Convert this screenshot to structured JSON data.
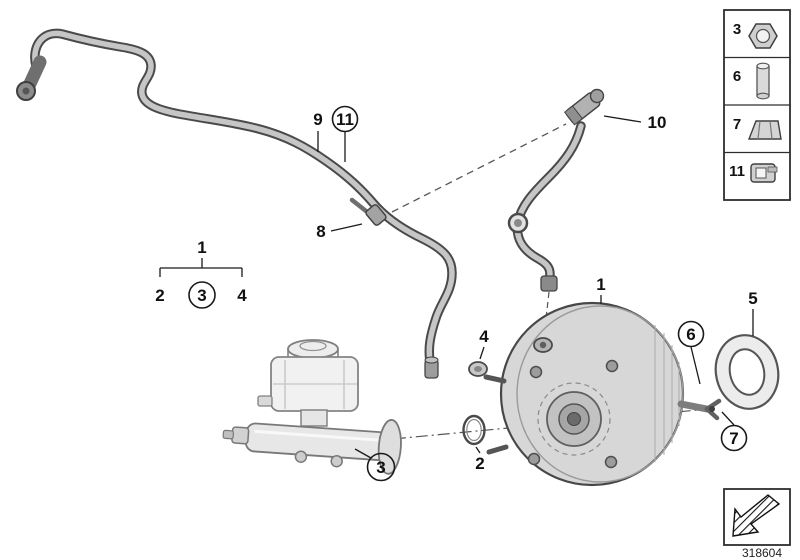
{
  "diagram": {
    "doc_number": "318604",
    "ink_color": "#1a1a1a",
    "pipe_color": "#c6c6c6",
    "metal_color": "#d7d7d7",
    "callouts": {
      "c9": {
        "label": "9"
      },
      "c11": {
        "label": "11"
      },
      "c10": {
        "label": "10"
      },
      "c8": {
        "label": "8"
      },
      "grp1": {
        "label": "1"
      },
      "grp2": {
        "label": "2"
      },
      "grp3": {
        "label": "3"
      },
      "grp4": {
        "label": "4"
      },
      "c4": {
        "label": "4"
      },
      "c2": {
        "label": "2"
      },
      "c3": {
        "label": "3"
      },
      "c1": {
        "label": "1"
      },
      "c5": {
        "label": "5"
      },
      "c6": {
        "label": "6"
      },
      "c7": {
        "label": "7"
      }
    },
    "legend": {
      "items": [
        {
          "num": "3",
          "part": "flange-nut"
        },
        {
          "num": "6",
          "part": "dowel-pin"
        },
        {
          "num": "7",
          "part": "retaining-clip"
        },
        {
          "num": "11",
          "part": "hose-clamp"
        }
      ]
    }
  }
}
